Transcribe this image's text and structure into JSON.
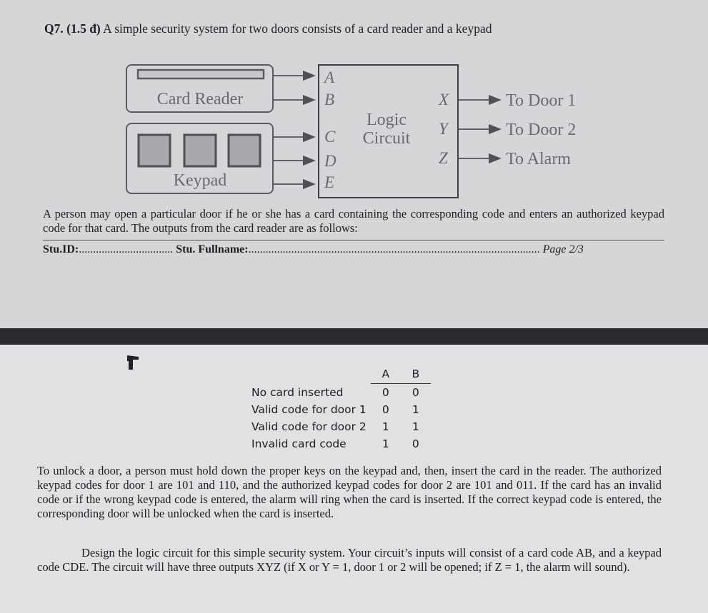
{
  "question": {
    "label": "Q7. (1.5 đ)",
    "text": "A simple security system for two doors consists of a card reader and a keypad"
  },
  "diagram": {
    "card_reader": "Card Reader",
    "keypad": "Keypad",
    "logic_line1": "Logic",
    "logic_line2": "Circuit",
    "inputs": [
      "A",
      "B",
      "C",
      "D",
      "E"
    ],
    "outputs": [
      "X",
      "Y",
      "Z"
    ],
    "destinations": [
      "To Door 1",
      "To Door 2",
      "To Alarm"
    ]
  },
  "intro": "A person may open a particular door if he or she has a card containing the corresponding code and enters an authorized keypad code for that card. The outputs from the card reader are as follows:",
  "footer": {
    "stu_id": "Stu.ID:",
    "stu_fullname": "Stu. Fullname:",
    "page": "Page 2/3"
  },
  "card_table": {
    "headers": [
      "A",
      "B"
    ],
    "rows": [
      {
        "label": "No card inserted",
        "a": "0",
        "b": "0"
      },
      {
        "label": "Valid code for door 1",
        "a": "0",
        "b": "1"
      },
      {
        "label": "Valid code for door 2",
        "a": "1",
        "b": "1"
      },
      {
        "label": "Invalid card code",
        "a": "1",
        "b": "0"
      }
    ]
  },
  "paragraph1": "To unlock a door, a person must hold down the proper keys on the keypad and, then, insert the card in the reader. The authorized keypad codes for door 1 are 101 and 110, and the authorized keypad codes for door 2 are 101 and 011. If the card has an invalid code or if the wrong keypad code is entered, the alarm will ring when the card is inserted. If the correct keypad code is entered, the corresponding door will be unlocked when the card is inserted.",
  "paragraph2": "Design the logic circuit for this simple security system. Your circuit’s inputs will consist of a card code AB, and a keypad code CDE. The circuit will have three outputs XYZ (if X or Y = 1, door 1 or 2 will be opened; if Z = 1, the alarm will sound).",
  "colors": {
    "diagram_stroke": "#5a5d63",
    "divider": "#2a2b2e"
  }
}
